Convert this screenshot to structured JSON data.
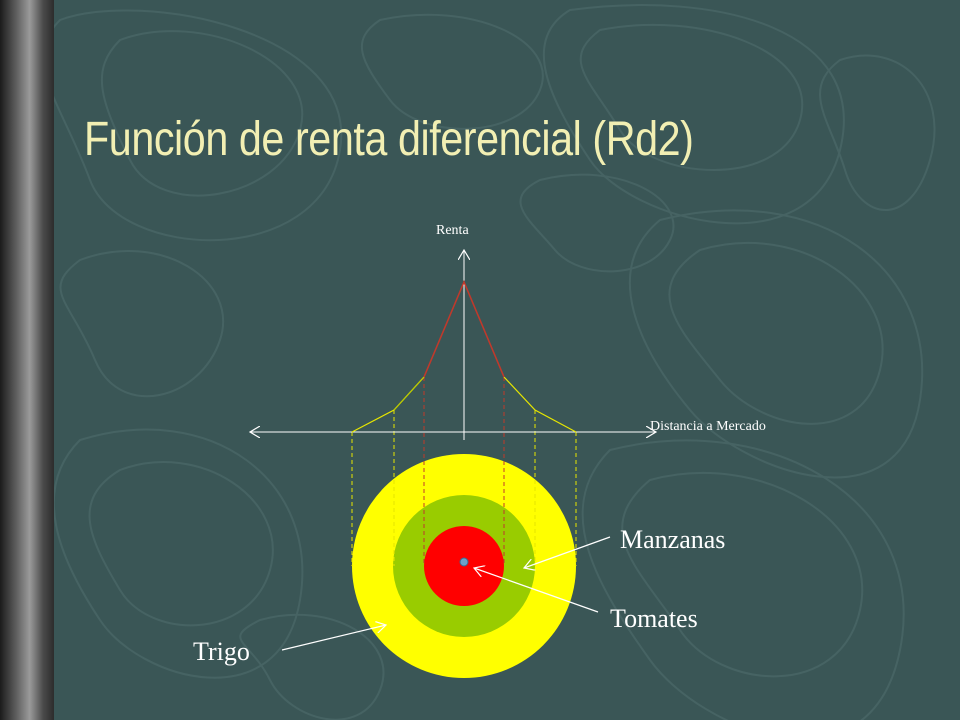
{
  "slide": {
    "title": "Función de renta diferencial (Rd2)"
  },
  "diagram": {
    "axis_labels": {
      "y": "Renta",
      "x": "Distancia a Mercado"
    },
    "rings": [
      {
        "name": "Trigo",
        "color": "#ffff00"
      },
      {
        "name": "Manzanas",
        "color": "#99cc00"
      },
      {
        "name": "Tomates",
        "color": "#ff0000"
      }
    ],
    "colors": {
      "background": "#3a5656",
      "title": "#f2efb3",
      "tomato_curve": "#c0392b",
      "apple_curve": "#b8c800",
      "wheat_curve": "#e6e600",
      "axes": "#ffffff",
      "market": "#6fa0c8"
    }
  }
}
